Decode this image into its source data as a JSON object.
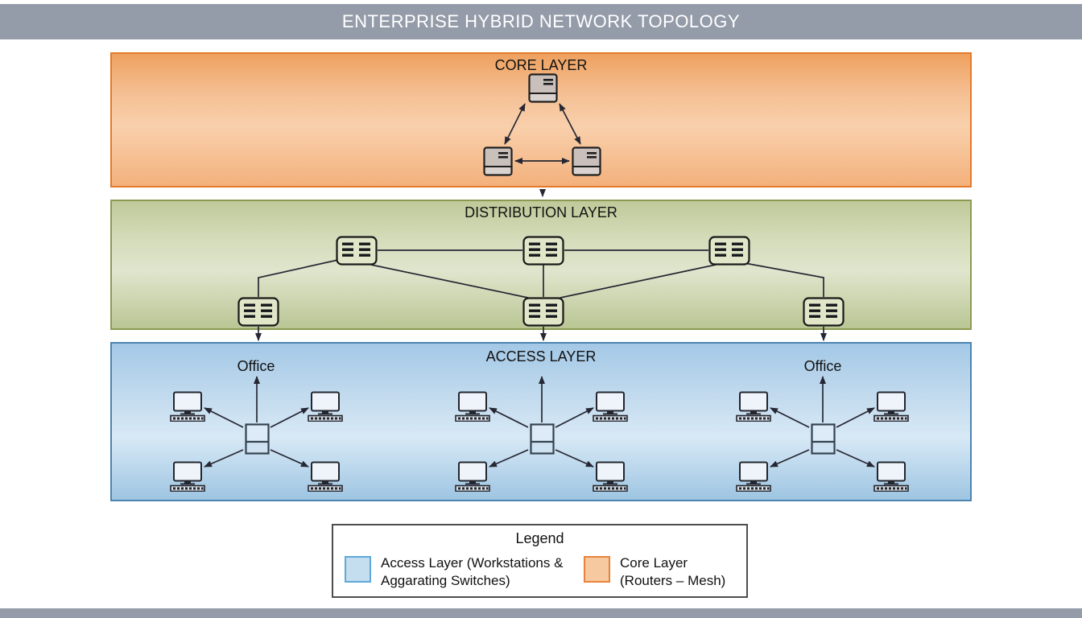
{
  "header": {
    "title": "ENTERPRISE HYBRID NETWORK TOPOLOGY"
  },
  "layers": {
    "core": {
      "label": "CORE LAYER"
    },
    "distribution": {
      "label": "DISTRIBUTION LAYER"
    },
    "access": {
      "label": "ACCESS LAYER"
    }
  },
  "offices": {
    "left": {
      "label": "Office"
    },
    "right": {
      "label": "Office"
    }
  },
  "topology": {
    "core_routers": 3,
    "core_links": "full mesh, bidirectional arrows",
    "distribution_switches": 6,
    "access_groups": 3,
    "workstations_per_group": 4
  },
  "legend": {
    "title": "Legend",
    "items": [
      {
        "line1": "Access Layer (Workstations &",
        "line2": "Aggarating Switches)",
        "swatch_fill": "#C4DEF0",
        "swatch_border": "#5FA8D8"
      },
      {
        "line1": "Core Layer",
        "line2": "(Routers – Mesh)",
        "swatch_fill": "#F7C9A0",
        "swatch_border": "#E8823B"
      }
    ]
  },
  "colors": {
    "header_bar": "#959CA9",
    "core_border": "#E5792A",
    "distribution_border": "#8B9A52",
    "access_border": "#4C84B0",
    "wire": "#262733"
  }
}
